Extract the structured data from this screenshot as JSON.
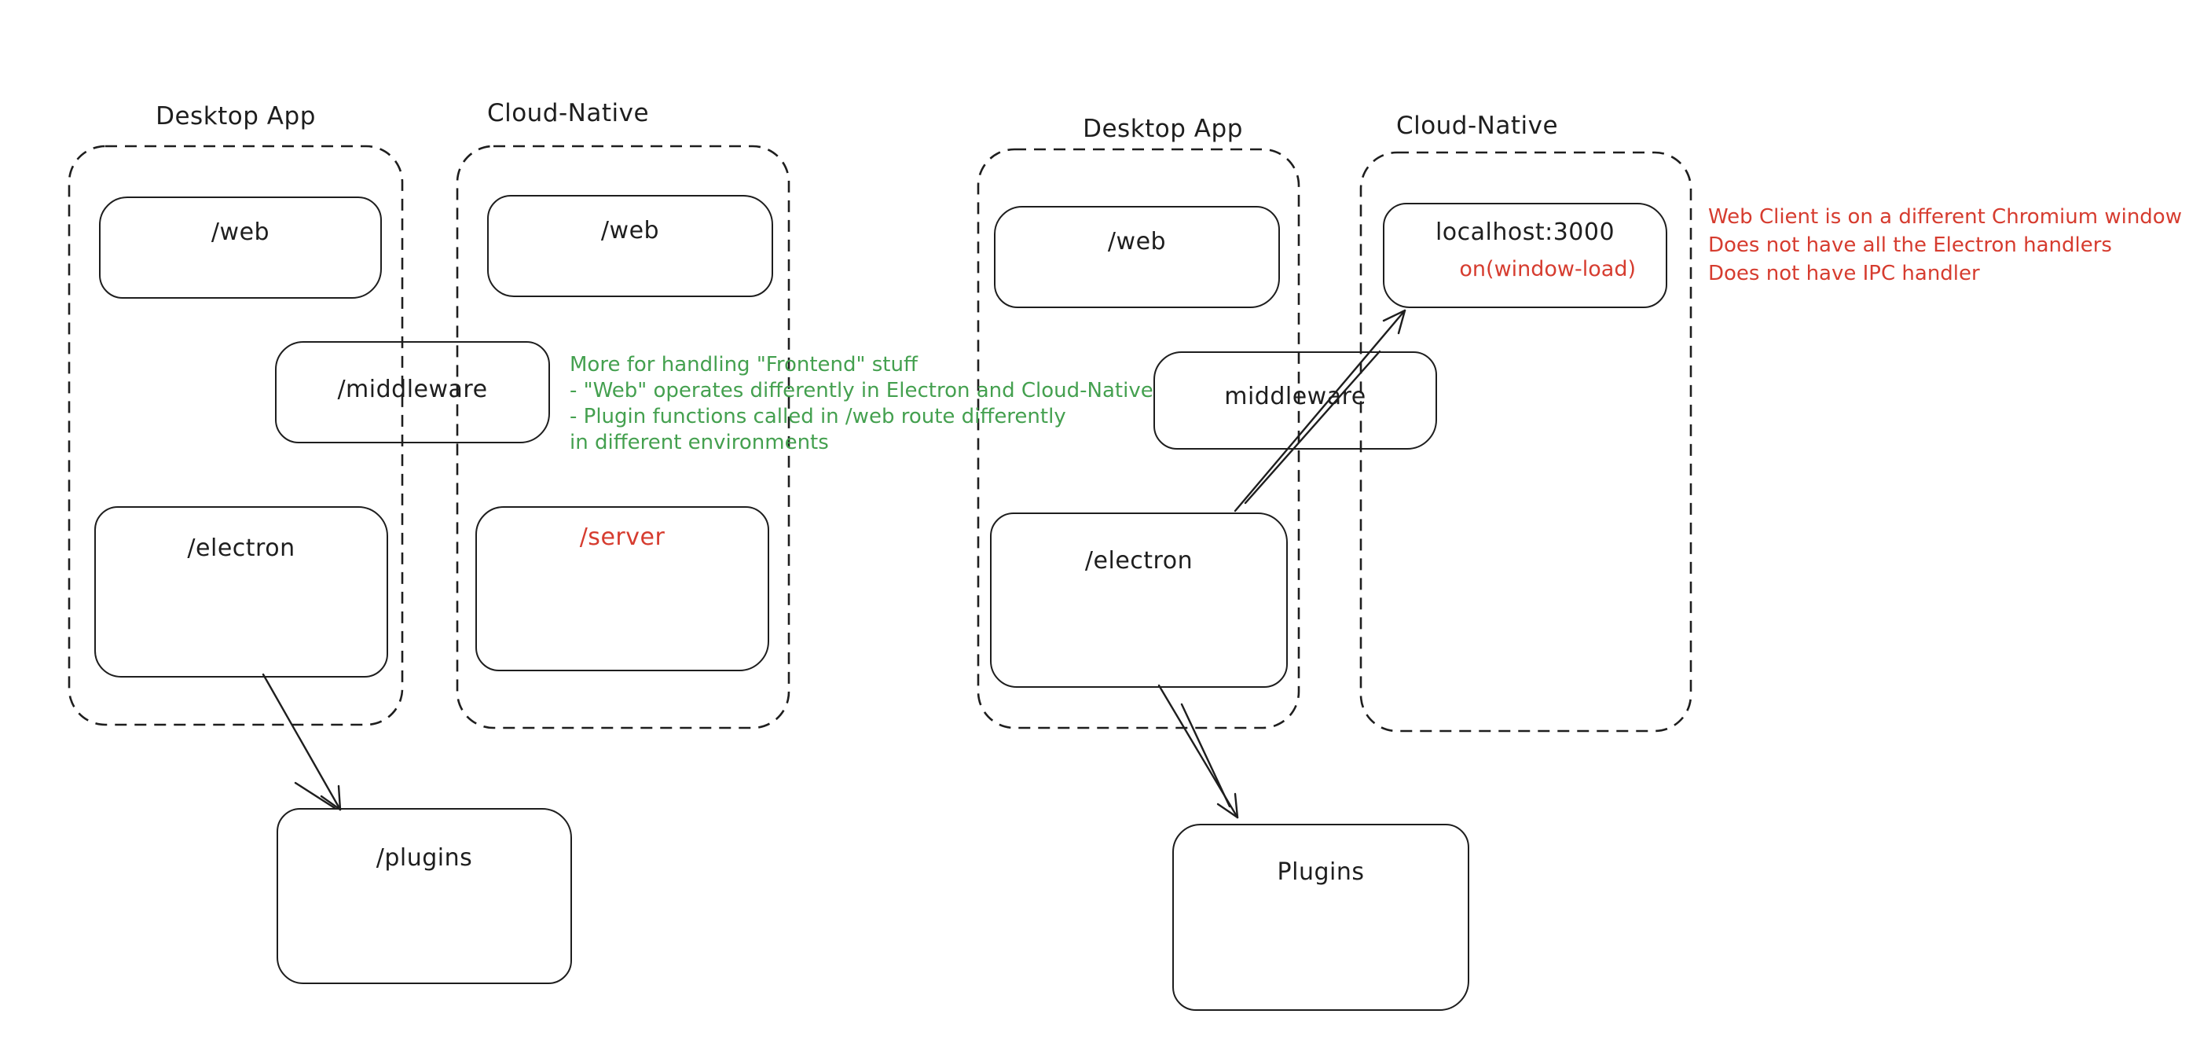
{
  "colors": {
    "ink": "#1e1e1e",
    "green_note": "#44a04f",
    "red_note": "#d63c2f",
    "background": "#ffffff"
  },
  "left_diagram": {
    "desktop_container_label": "Desktop App",
    "cloud_container_label": "Cloud-Native",
    "boxes": {
      "web_desktop": "/web",
      "web_cloud": "/web",
      "middleware": "/middleware",
      "electron": "/electron",
      "server": "/server",
      "plugins": "/plugins"
    },
    "green_note_lines": [
      "More for handling \"Frontend\" stuff",
      "- \"Web\" operates differently in Electron and Cloud-Native",
      "- Plugin functions called in /web route differently",
      "in different environments"
    ]
  },
  "right_diagram": {
    "desktop_container_label": "Desktop App",
    "cloud_container_label": "Cloud-Native",
    "boxes": {
      "web_desktop": "/web",
      "localhost_title": "localhost:3000",
      "localhost_annotation": "on(window-load)",
      "middleware": "middleware",
      "electron": "/electron",
      "plugins": "Plugins"
    },
    "red_note_lines": [
      "Web Client is on a different Chromium window",
      "Does not have all the Electron handlers",
      "Does not have IPC handler"
    ]
  }
}
